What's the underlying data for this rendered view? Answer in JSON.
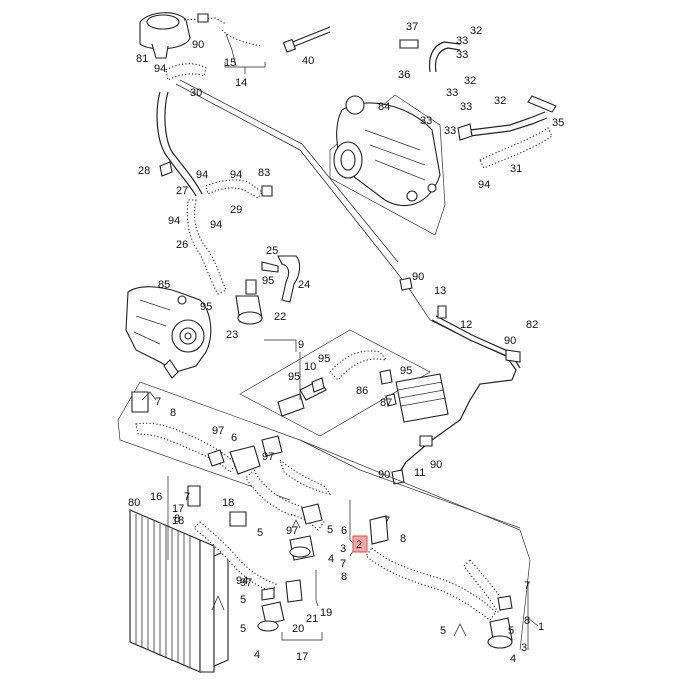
{
  "labels": {
    "l1": "1",
    "l2": "2",
    "l3a": "3",
    "l3b": "3",
    "l4a": "4",
    "l4b": "4",
    "l4c": "4",
    "l5a": "5",
    "l5b": "5",
    "l5c": "5",
    "l5d": "5",
    "l5e": "5",
    "l5f": "5",
    "l6a": "6",
    "l6b": "6",
    "l7a": "7",
    "l7b": "7",
    "l7c": "7",
    "l7d": "7",
    "l7e": "7",
    "l8a": "8",
    "l8b": "8",
    "l8c": "8",
    "l8d": "8",
    "l8e": "8",
    "l9": "9",
    "l10": "10",
    "l11": "11",
    "l12": "12",
    "l13": "13",
    "l14": "14",
    "l15": "15",
    "l16": "16",
    "l17a": "17",
    "l17b": "17",
    "l18a": "18",
    "l18b": "18",
    "l19": "19",
    "l20": "20",
    "l21": "21",
    "l22": "22",
    "l23": "23",
    "l24": "24",
    "l25": "25",
    "l26": "26",
    "l27": "27",
    "l28": "28",
    "l29": "29",
    "l30": "30",
    "l31": "31",
    "l32a": "32",
    "l32b": "32",
    "l32c": "32",
    "l33a": "33",
    "l33b": "33",
    "l33c": "33",
    "l33d": "33",
    "l33e": "33",
    "l33f": "33",
    "l35": "35",
    "l36": "36",
    "l37": "37",
    "l40": "40",
    "l80": "80",
    "l81": "81",
    "l82": "82",
    "l83": "83",
    "l84": "84",
    "l85": "85",
    "l86": "86",
    "l87": "87",
    "l90a": "90",
    "l90b": "90",
    "l90c": "90",
    "l90d": "90",
    "l90e": "90",
    "l94a": "94",
    "l94b": "94",
    "l94c": "94",
    "l94d": "94",
    "l94e": "94",
    "l94f": "94",
    "l94g": "94",
    "l95a": "95",
    "l95b": "95",
    "l95c": "95",
    "l95d": "95",
    "l95e": "95",
    "l97a": "97",
    "l97b": "97",
    "l97c": "97",
    "l97d": "97"
  },
  "highlight_label": "2",
  "colors": {
    "line": "#222222",
    "highlight_fill": "#f4a6a6",
    "highlight_border": "#d9534f"
  }
}
